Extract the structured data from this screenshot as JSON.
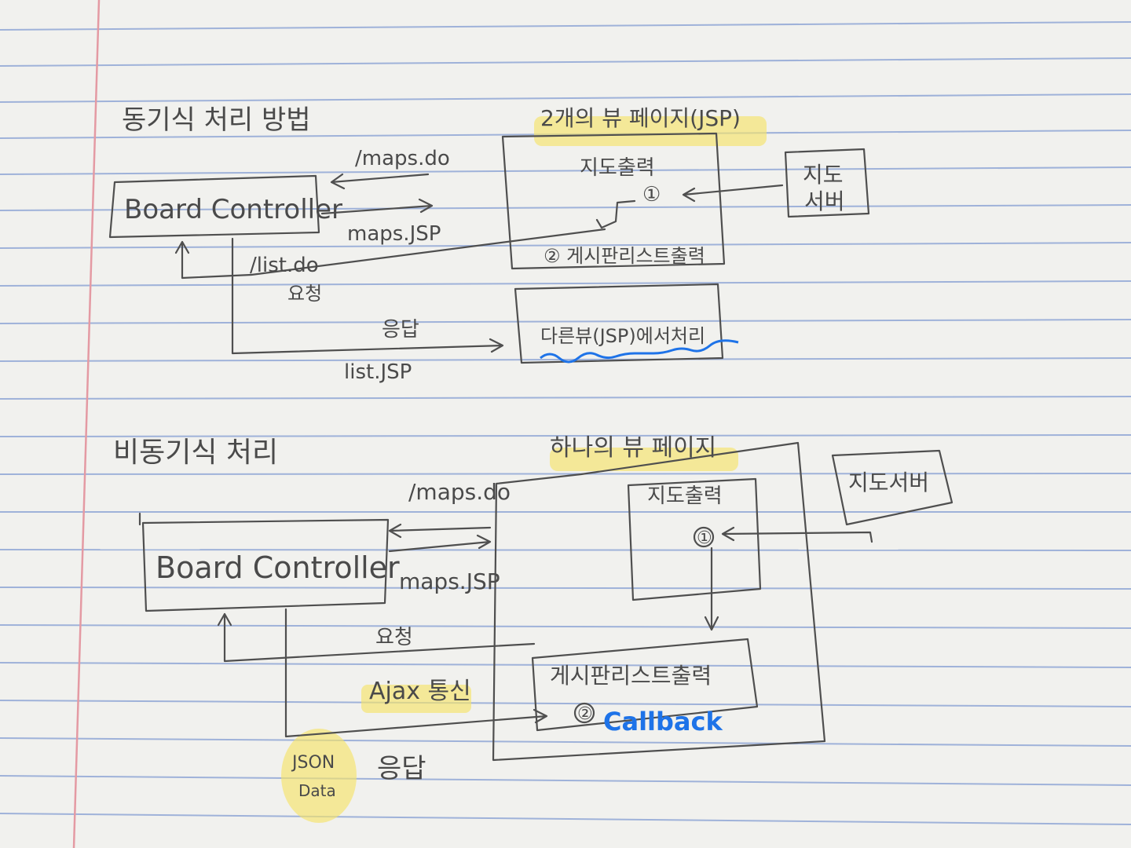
{
  "sync": {
    "title": "동기식 처리 방법",
    "view_group_title": "2개의 뷰 페이지(JSP)",
    "controller": "Board Controller",
    "req_maps": "/maps.do",
    "resp_maps": "maps.JSP",
    "req_list": "/list.do",
    "req_label": "요청",
    "resp_label": "응답",
    "resp_list": "list.JSP",
    "map_output": "지도출력",
    "step1": "①",
    "step2_text": "② 게시판리스트출력",
    "other_view": "다른뷰(JSP)에서처리",
    "map_server_line1": "지도",
    "map_server_line2": "서버"
  },
  "async": {
    "title": "비동기식 처리",
    "view_group_title": "하나의 뷰 페이지",
    "controller": "Board Controller",
    "req_maps": "/maps.do",
    "resp_maps": "maps.JSP",
    "req_label": "요청",
    "ajax_label": "Ajax 통신",
    "resp_label": "응답",
    "json_line1": "JSON",
    "json_line2": "Data",
    "map_output": "지도출력",
    "step1": "①",
    "map_server": "지도서버",
    "board_list": "게시판리스트출력",
    "step2": "②",
    "callback": "Callback"
  },
  "colors": {
    "paper": "#f4f4f1",
    "ruled_line": "#9eb1d8",
    "margin_line": "#e8a0a8",
    "highlight": "#f6e46a",
    "pen": "#4f4f4f",
    "blue_pen": "#1e73e8"
  }
}
